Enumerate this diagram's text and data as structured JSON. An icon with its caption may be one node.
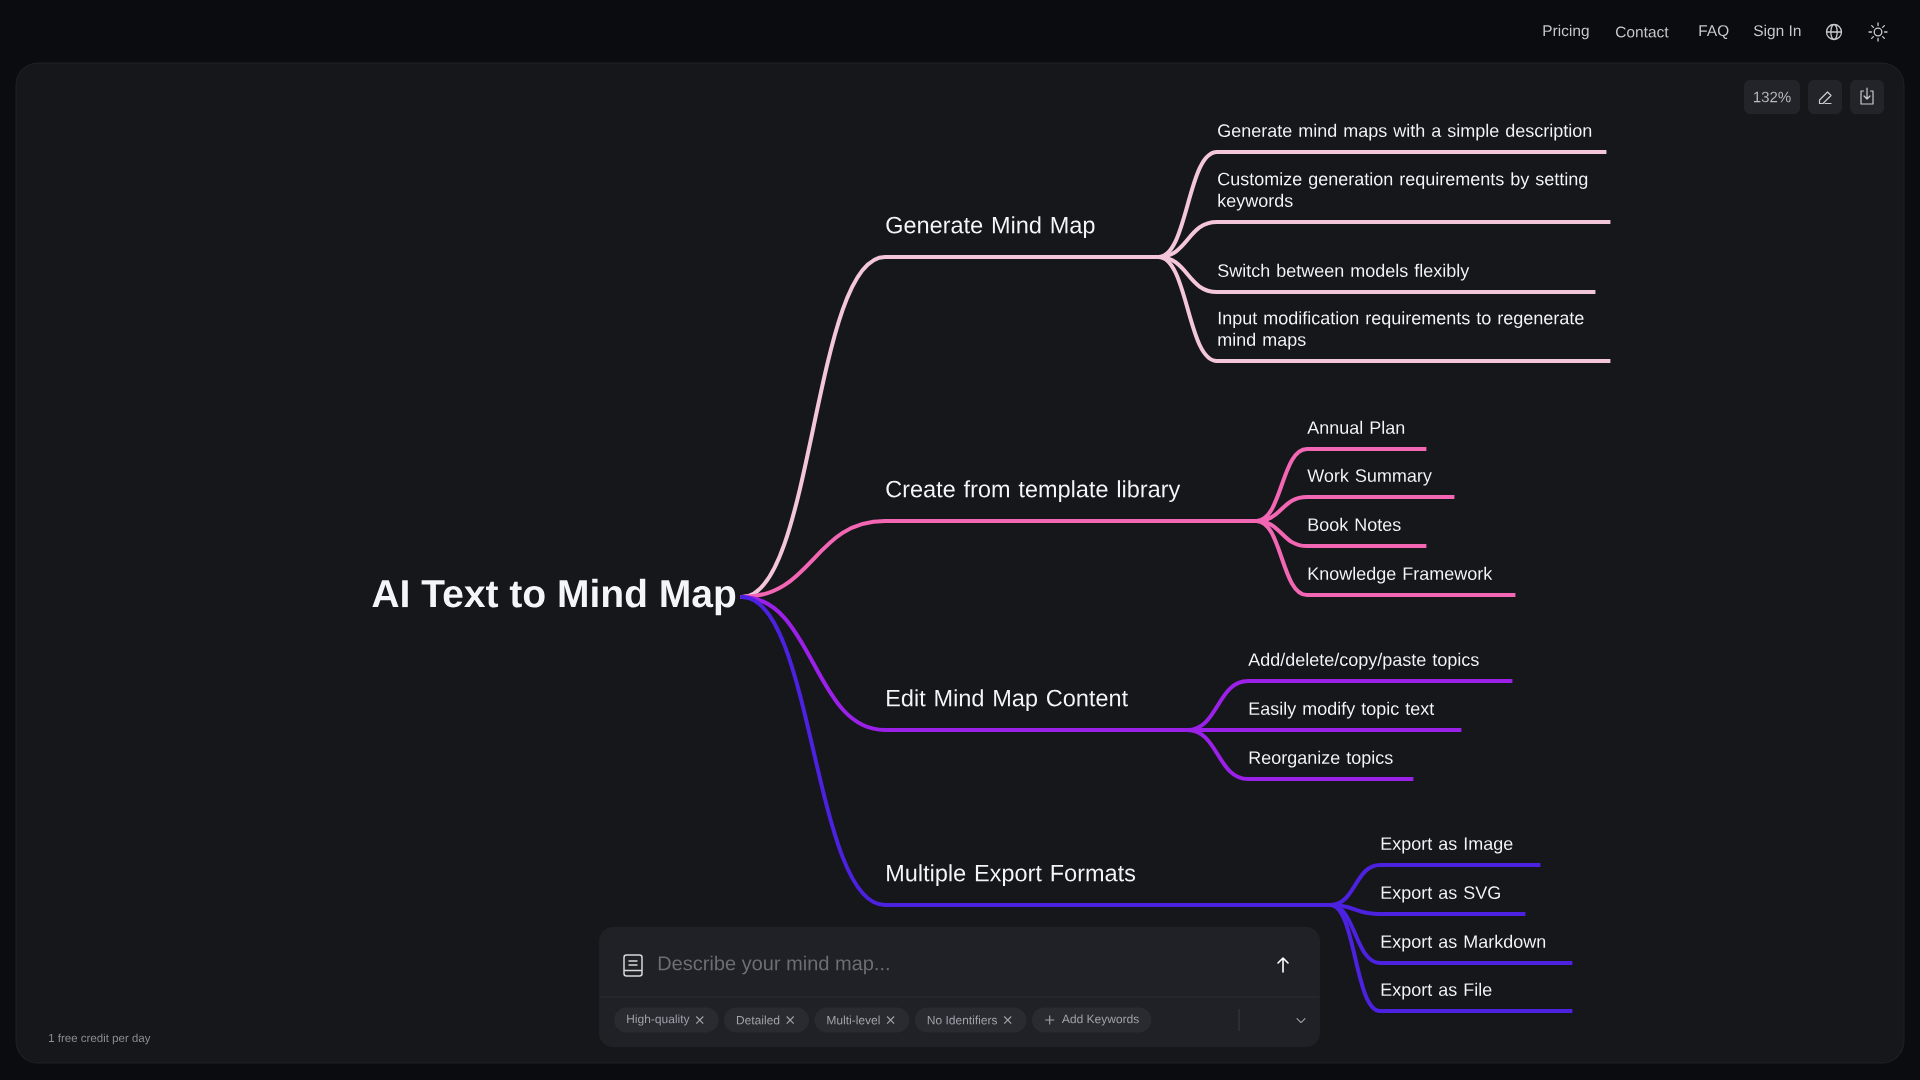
{
  "diagram": {
    "nodes": [
      {
        "text": [
          "AI Text to Mind Map"
        ]
      },
      {
        "text": [
          "Generate Mind Map"
        ]
      },
      {
        "text": [
          "Generate mind maps with a simple description"
        ]
      },
      {
        "text": [
          "Customize generation requirements by setting keywords"
        ]
      },
      {
        "text": [
          "Switch between models flexibly"
        ]
      },
      {
        "text": [
          "Input modification requirements to regenerate mind maps"
        ]
      },
      {
        "text": [
          "Create from template library"
        ]
      },
      {
        "text": [
          "Annual Plan"
        ]
      },
      {
        "text": [
          "Work Summary"
        ]
      },
      {
        "text": [
          "Book Notes"
        ]
      },
      {
        "text": [
          "Knowledge Framework"
        ]
      },
      {
        "text": [
          "Edit Mind Map Content"
        ]
      },
      {
        "text": [
          "Add/delete/copy/paste topics"
        ]
      },
      {
        "text": [
          "Easily modify topic text"
        ]
      },
      {
        "text": [
          "Reorganize topics"
        ]
      },
      {
        "text": [
          "Multiple Export Formats"
        ]
      },
      {
        "text": [
          "Export as Image"
        ]
      },
      {
        "text": [
          "Export as SVG"
        ]
      },
      {
        "text": [
          "Export as Markdown"
        ]
      },
      {
        "text": [
          "Export as File"
        ]
      }
    ],
    "edges": [
      {
        "from": 0,
        "to": 1,
        "arrow": "none",
        "color": "#f4c6dc"
      },
      {
        "from": 1,
        "to": 2,
        "arrow": "none",
        "color": "#f4c6dc"
      },
      {
        "from": 1,
        "to": 3,
        "arrow": "none",
        "color": "#f4c6dc"
      },
      {
        "from": 1,
        "to": 4,
        "arrow": "none",
        "color": "#f4c6dc"
      },
      {
        "from": 1,
        "to": 5,
        "arrow": "none",
        "color": "#f4c6dc"
      },
      {
        "from": 0,
        "to": 6,
        "arrow": "none",
        "color": "#f266b3"
      },
      {
        "from": 6,
        "to": 7,
        "arrow": "none",
        "color": "#f266b3"
      },
      {
        "from": 6,
        "to": 8,
        "arrow": "none",
        "color": "#f266b3"
      },
      {
        "from": 6,
        "to": 9,
        "arrow": "none",
        "color": "#f266b3"
      },
      {
        "from": 6,
        "to": 10,
        "arrow": "none",
        "color": "#f266b3"
      },
      {
        "from": 0,
        "to": 11,
        "arrow": "none",
        "color": "#9b20e8"
      },
      {
        "from": 11,
        "to": 12,
        "arrow": "none",
        "color": "#9b20e8"
      },
      {
        "from": 11,
        "to": 13,
        "arrow": "none",
        "color": "#9b20e8"
      },
      {
        "from": 11,
        "to": 14,
        "arrow": "none",
        "color": "#9b20e8"
      },
      {
        "from": 0,
        "to": 15,
        "arrow": "none",
        "color": "#4c22e0"
      },
      {
        "from": 15,
        "to": 16,
        "arrow": "none",
        "color": "#4c22e0"
      },
      {
        "from": 15,
        "to": 17,
        "arrow": "none",
        "color": "#4c22e0"
      },
      {
        "from": 15,
        "to": 18,
        "arrow": "none",
        "color": "#4c22e0"
      },
      {
        "from": 15,
        "to": 19,
        "arrow": "none",
        "color": "#4c22e0"
      }
    ],
    "labels": [
      "Pricing",
      "Contact",
      "FAQ",
      "Sign In",
      "132%",
      "Describe your mind map...",
      "High-quality",
      "Detailed",
      "Multi-level",
      "No Identifiers",
      "Add Keywords",
      "1 free credit per day"
    ]
  }
}
